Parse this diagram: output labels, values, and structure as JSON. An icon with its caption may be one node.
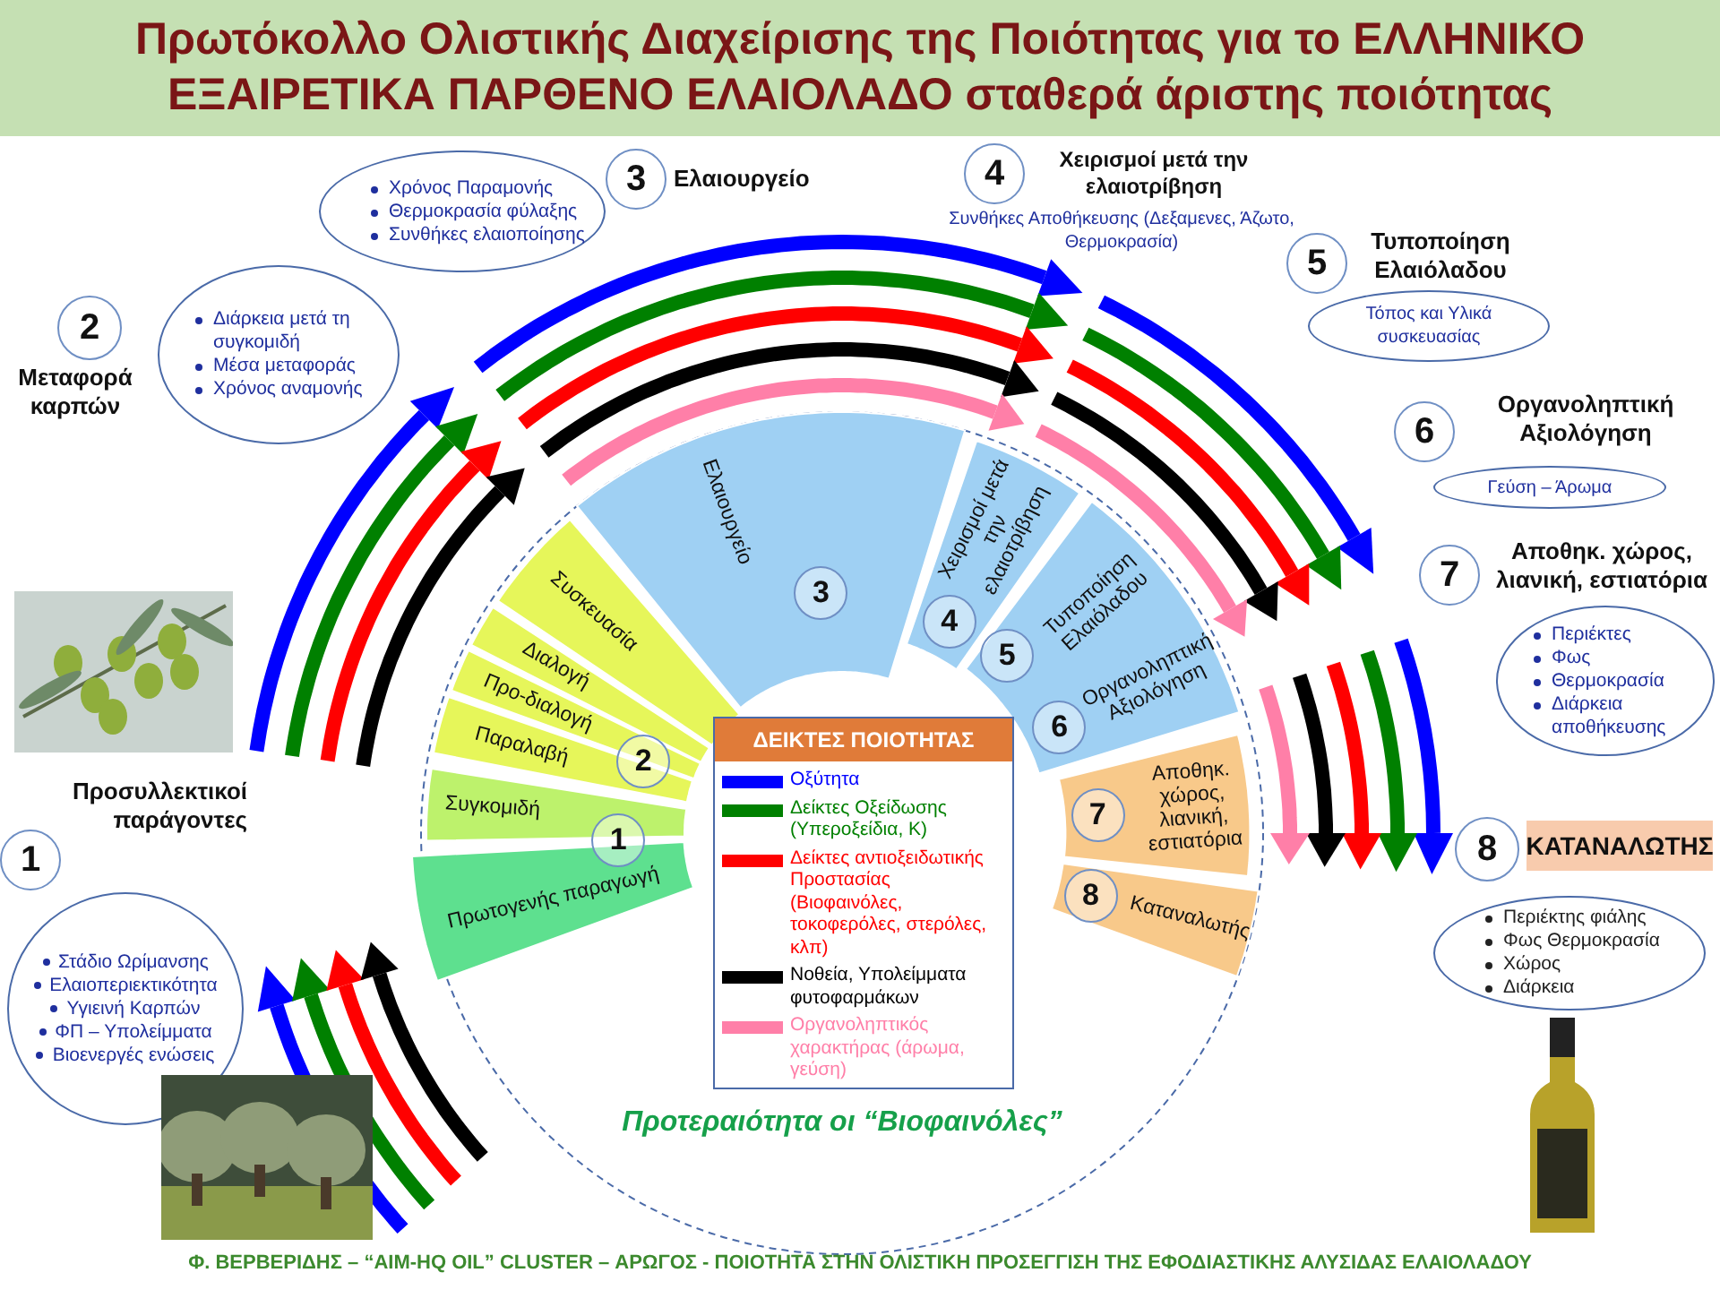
{
  "diagram": {
    "title": "Πρωτόκολλο Ολιστικής Διαχείρισης της Ποιότητας για το ΕΛΛΗΝΙΚΟ ΕΞΑΙΡΕΤΙΚΑ ΠΑΡΘΕΝΟ ΕΛΑΙΟΛΑΔΟ σταθερά άριστης ποιότητας",
    "caption": "Φ. ΒΕΡΒΕΡΙΔΗΣ – “AIM-HQ OIL” CLUSTER – ΑΡΩΓΟΣ - ΠΟΙΟΤΗΤΑ ΣΤΗΝ ΟΛΙΣΤΙΚΗ ΠΡΟΣΕΓΓΙΣΗ ΤΗΣ ΕΦΟΔΙΑΣΤΙΚΗΣ ΑΛΥΣΙΔΑΣ ΕΛΑΙΟΛΑΔΟΥ",
    "nodes": [
      {
        "text": [
          "1"
        ],
        "beside": [
          "Προσυλλεκτικοί παράγοντες"
        ]
      },
      {
        "text": [
          "Στάδιο Ωρίμανσης",
          "Ελαιοπεριεκτικότητα",
          "Υγιεινή Καρπών",
          "ΦΠ – Υπολείμματα",
          "Βιοενεργές ενώσεις"
        ]
      },
      {
        "text": [
          "2"
        ],
        "beside": [
          "Μεταφορά καρπών"
        ]
      },
      {
        "text": [
          "Διάρκεια μετά τη συγκομιδή",
          "Μέσα μεταφοράς",
          "Χρόνος αναμονής"
        ]
      },
      {
        "text": [
          "3"
        ],
        "beside": [
          "Ελαιουργείο"
        ]
      },
      {
        "text": [
          "Χρόνος Παραμονής",
          "Θερμοκρασία φύλαξης",
          "Συνθήκες ελαιοποίησης"
        ]
      },
      {
        "text": [
          "4"
        ],
        "beside": [
          "Χειρισμοί μετά την ελαιοτρίβηση",
          "Συνθήκες Αποθήκευσης (Δεξαμενες, Άζωτο, Θερμοκρασία)"
        ]
      },
      {
        "text": [
          "5"
        ],
        "beside": [
          "Τυποποίηση Ελαιόλαδου"
        ]
      },
      {
        "text": [
          "Τόπος και Υλικά συσκευασίας"
        ]
      },
      {
        "text": [
          "6"
        ]
      },
      {
        "text": [
          "Γεύση – Άρωμα"
        ]
      },
      {
        "text": [
          "7"
        ],
        "beside": [
          "Αποθηκ. χώρος, λιανική, εστιατόρια"
        ]
      },
      {
        "text": [
          "Περιέκτες",
          "Φως",
          "Θερμοκρασία",
          "Διάρκεια αποθήκευσης"
        ]
      },
      {
        "text": [
          "8"
        ]
      },
      {
        "text": [
          "ΚΑΤΑΝΑΛΩΤΗΣ"
        ]
      },
      {
        "text": [
          "Περιέκτης φιάλης",
          "Φως Θερμοκρασία",
          "Χώρος",
          "Διάρκεια"
        ]
      },
      {
        "text": [
          "Πρωτογενής παραγωγή"
        ]
      },
      {
        "text": [
          "Συγκομιδή"
        ]
      },
      {
        "text": [
          "Παραλαβή"
        ]
      },
      {
        "text": [
          "Προ-διαλογή"
        ]
      },
      {
        "text": [
          "Διαλογή"
        ]
      },
      {
        "text": [
          "Συσκευασία"
        ]
      },
      {
        "text": [
          "Ελαιουργείο"
        ]
      },
      {
        "text": [
          "Χειρισμοί μετά την ελαιοτρίβηση"
        ]
      },
      {
        "text": [
          "Τυποποίηση Ελαιόλαδου",
          "Οργανοληπτική Αξιολόγηση"
        ]
      },
      {
        "text": [
          "Αποθηκ. χώρος, λιανική, εστιατόρια"
        ]
      },
      {
        "text": [
          "Καταναλωτής"
        ]
      },
      {
        "text": [
          "1"
        ]
      },
      {
        "text": [
          "2"
        ]
      },
      {
        "text": [
          "3"
        ],
        "in": 22
      },
      {
        "text": [
          "4"
        ],
        "in": 23
      },
      {
        "text": [
          "5"
        ],
        "in": 24
      },
      {
        "text": [
          "6"
        ],
        "in": 24
      },
      {
        "text": [
          "7"
        ],
        "in": 25
      },
      {
        "text": [
          "8"
        ],
        "in": 26
      }
    ],
    "labels": [
      "ΔΕΙΚΤΕΣ ΠΟΙΟΤΗΤΑΣ",
      "Προτεραιότητα οι “Βιοφαινόλες”",
      "Οργανοληπτική Αξιολόγηση"
    ],
    "legend": [
      {
        "text": "Οξύτητα",
        "color": "#0000ff"
      },
      {
        "text": "Δείκτες Οξείδωσης (Υπεροξείδια, K)",
        "color": "#008000"
      },
      {
        "text": "Δείκτες αντιοξειδωτικής Προστασίας (Βιοφαινόλες, τοκοφερόλες, στερόλες, κλπ)",
        "color": "#ff0000"
      },
      {
        "text": "Νοθεία, Υπολείμματα φυτοφαρμάκων",
        "color": "#000000"
      },
      {
        "text": "Οργανοληπτικός χαρακτήρας (άρωμα, γεύση)",
        "color": "#ff7fa8"
      }
    ]
  }
}
